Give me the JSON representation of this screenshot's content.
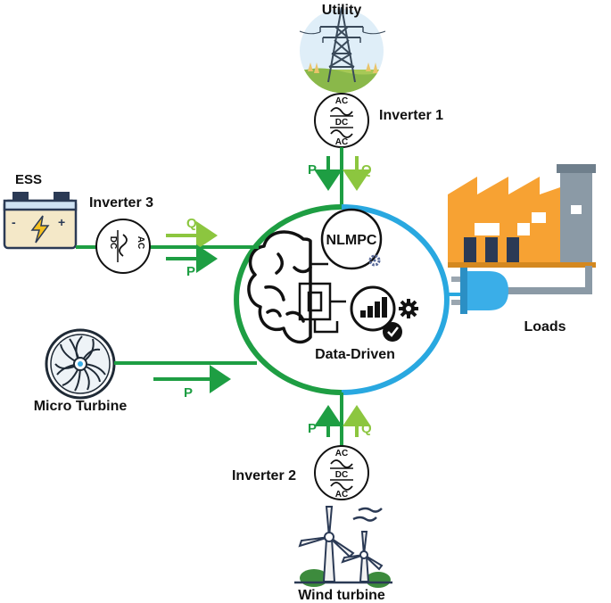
{
  "labels": {
    "utility": "Utility",
    "inverter1": "Inverter 1",
    "inverter2": "Inverter 2",
    "inverter3": "Inverter 3",
    "ess": "ESS",
    "micro_turbine": "Micro Turbine",
    "wind_turbine": "Wind turbine",
    "loads": "Loads",
    "nlmpc": "NLMPC",
    "data_driven": "Data-Driven"
  },
  "inverter_text": {
    "ac": "AC",
    "dc": "DC"
  },
  "flows": {
    "p": "P",
    "q": "Q"
  },
  "battery": {
    "minus": "-",
    "plus": "+"
  },
  "colors": {
    "bus_green": "#1e9e43",
    "bus_blue": "#29a8e0",
    "p_arrow": "#1e9e43",
    "q_arrow": "#8cc63f",
    "factory_orange": "#f7a233",
    "factory_gray": "#8b9aa6",
    "plug_blue": "#3aaee8"
  }
}
